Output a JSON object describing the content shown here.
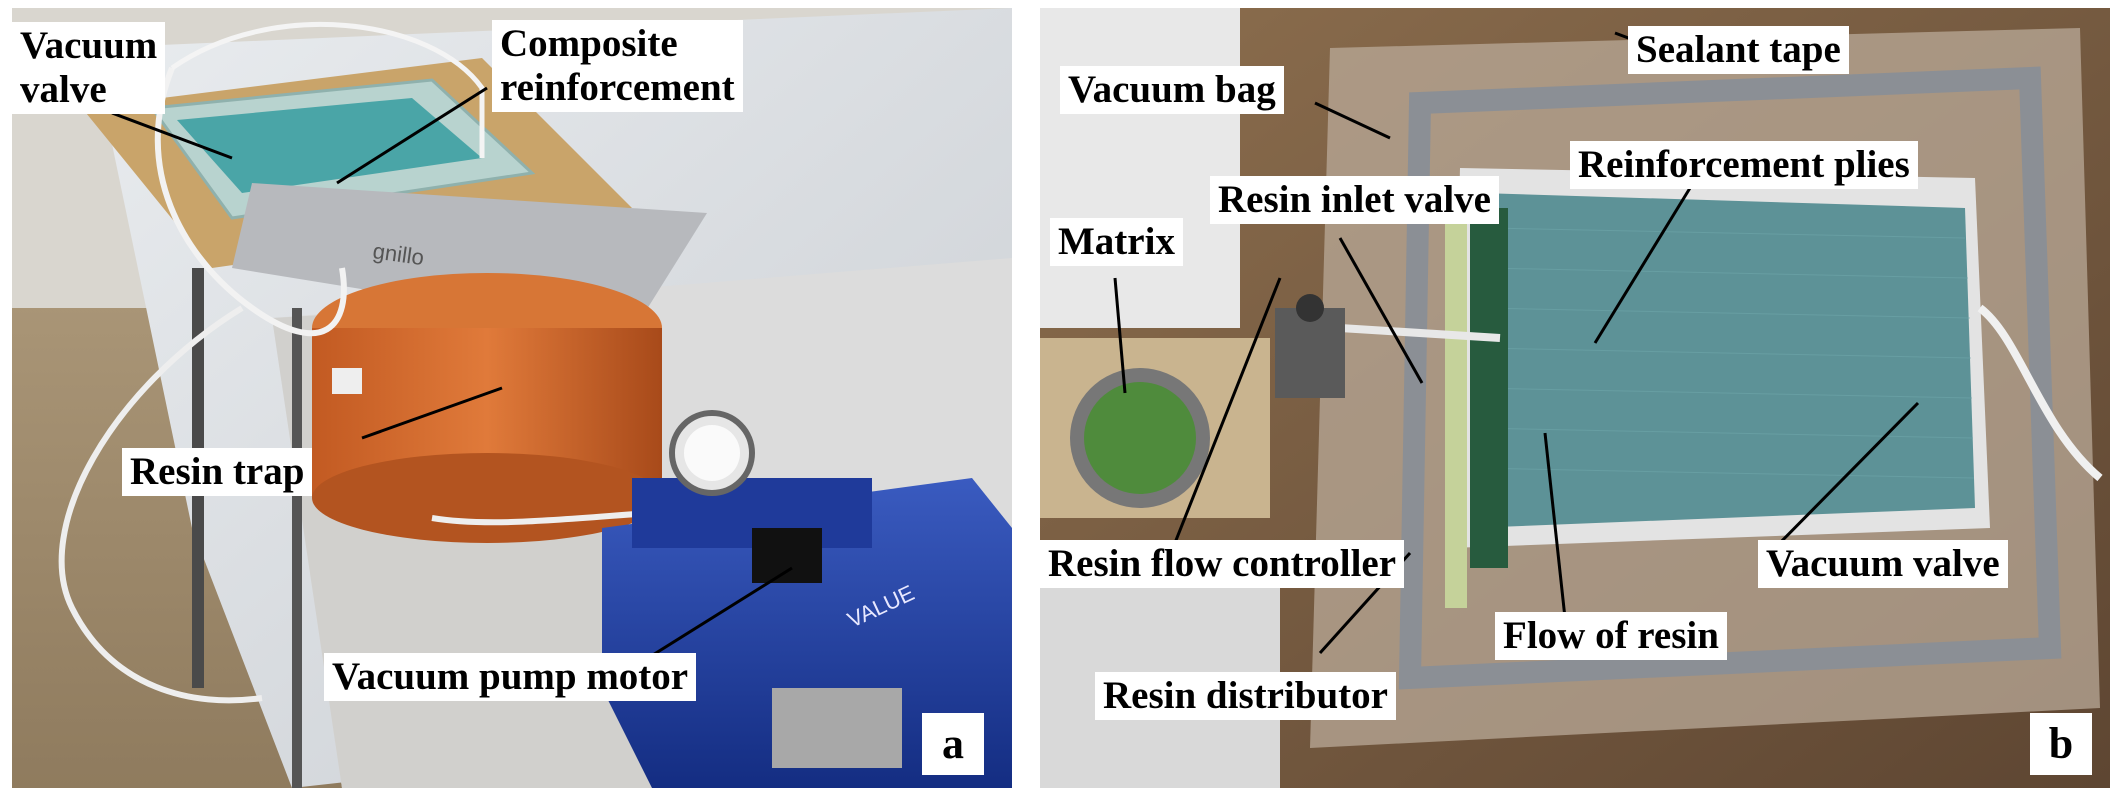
{
  "panel_a": {
    "letter": "a",
    "labels": {
      "vacuum_valve_line1": "Vacuum",
      "vacuum_valve_line2": "valve",
      "composite_line1": "Composite",
      "composite_line2": "reinforcement",
      "resin_trap": "Resin trap",
      "vacuum_pump_motor": "Vacuum pump motor"
    }
  },
  "panel_b": {
    "letter": "b",
    "labels": {
      "sealant_tape": "Sealant tape",
      "vacuum_bag": "Vacuum bag",
      "reinforcement_plies": "Reinforcement plies",
      "resin_inlet_valve": "Resin inlet valve",
      "matrix": "Matrix",
      "resin_flow_controller": "Resin flow controller",
      "vacuum_valve": "Vacuum valve",
      "flow_of_resin": "Flow of resin",
      "resin_distributor": "Resin distributor"
    }
  }
}
